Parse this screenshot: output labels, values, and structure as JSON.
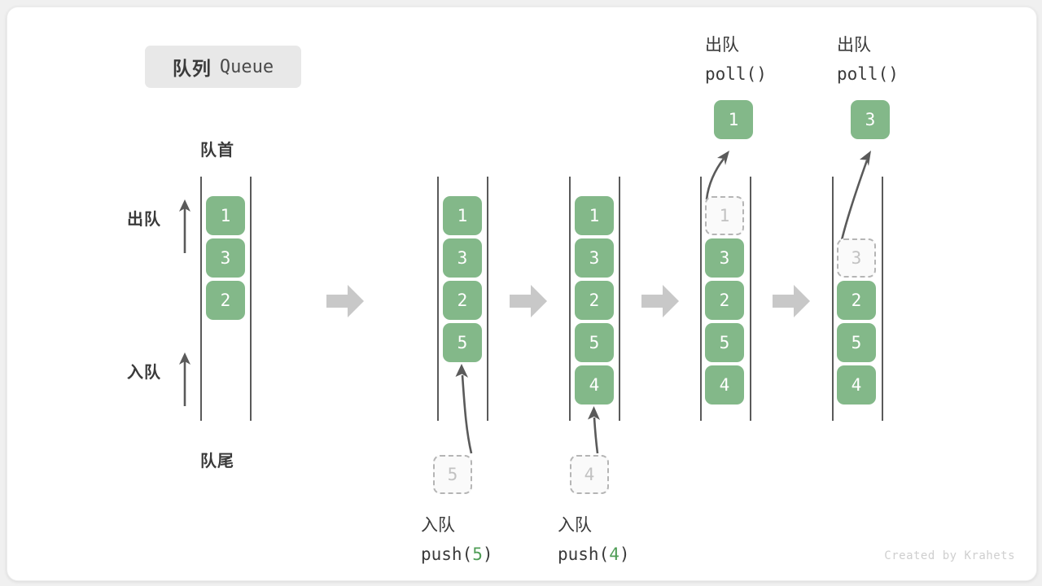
{
  "title": {
    "cn": "队列",
    "en": "Queue"
  },
  "labels": {
    "front": "队首",
    "rear": "队尾",
    "dequeue": "出队",
    "enqueue": "入队"
  },
  "colors": {
    "box_fill": "#83b889",
    "box_text": "#ffffff",
    "ghost_fill": "#fafafa",
    "ghost_border": "#b5b5b5",
    "ghost_text": "#c2c2c2",
    "rail": "#5a5a5a",
    "flow_arrow": "#c8c8c8",
    "badge_bg": "#e8e8e8",
    "text": "#3a3a3a",
    "accent_green": "#4f9d56"
  },
  "columns": [
    {
      "id": "state-initial",
      "slots": [
        {
          "value": "1",
          "state": "filled"
        },
        {
          "value": "3",
          "state": "filled"
        },
        {
          "value": "2",
          "state": "filled"
        }
      ]
    },
    {
      "id": "state-after-push-5",
      "slots": [
        {
          "value": "1",
          "state": "filled"
        },
        {
          "value": "3",
          "state": "filled"
        },
        {
          "value": "2",
          "state": "filled"
        },
        {
          "value": "5",
          "state": "filled"
        }
      ],
      "incoming": {
        "value": "5",
        "state": "ghost"
      },
      "caption": {
        "cn": "入队",
        "code_prefix": "push(",
        "code_arg": "5",
        "code_suffix": ")"
      }
    },
    {
      "id": "state-after-push-4",
      "slots": [
        {
          "value": "1",
          "state": "filled"
        },
        {
          "value": "3",
          "state": "filled"
        },
        {
          "value": "2",
          "state": "filled"
        },
        {
          "value": "5",
          "state": "filled"
        },
        {
          "value": "4",
          "state": "filled"
        }
      ],
      "incoming": {
        "value": "4",
        "state": "ghost"
      },
      "caption": {
        "cn": "入队",
        "code_prefix": "push(",
        "code_arg": "4",
        "code_suffix": ")"
      }
    },
    {
      "id": "state-after-poll-1",
      "slots": [
        {
          "value": "1",
          "state": "ghost"
        },
        {
          "value": "3",
          "state": "filled"
        },
        {
          "value": "2",
          "state": "filled"
        },
        {
          "value": "5",
          "state": "filled"
        },
        {
          "value": "4",
          "state": "filled"
        }
      ],
      "outgoing": {
        "value": "1",
        "state": "filled"
      },
      "caption": {
        "cn": "出队",
        "code_prefix": "poll(",
        "code_arg": "",
        "code_suffix": ")"
      }
    },
    {
      "id": "state-after-poll-3",
      "slots": [
        {
          "value": "",
          "state": "empty"
        },
        {
          "value": "3",
          "state": "ghost"
        },
        {
          "value": "2",
          "state": "filled"
        },
        {
          "value": "5",
          "state": "filled"
        },
        {
          "value": "4",
          "state": "filled"
        }
      ],
      "outgoing": {
        "value": "3",
        "state": "filled"
      },
      "caption": {
        "cn": "出队",
        "code_prefix": "poll(",
        "code_arg": "",
        "code_suffix": ")"
      }
    }
  ],
  "credit": "Created by Krahets"
}
